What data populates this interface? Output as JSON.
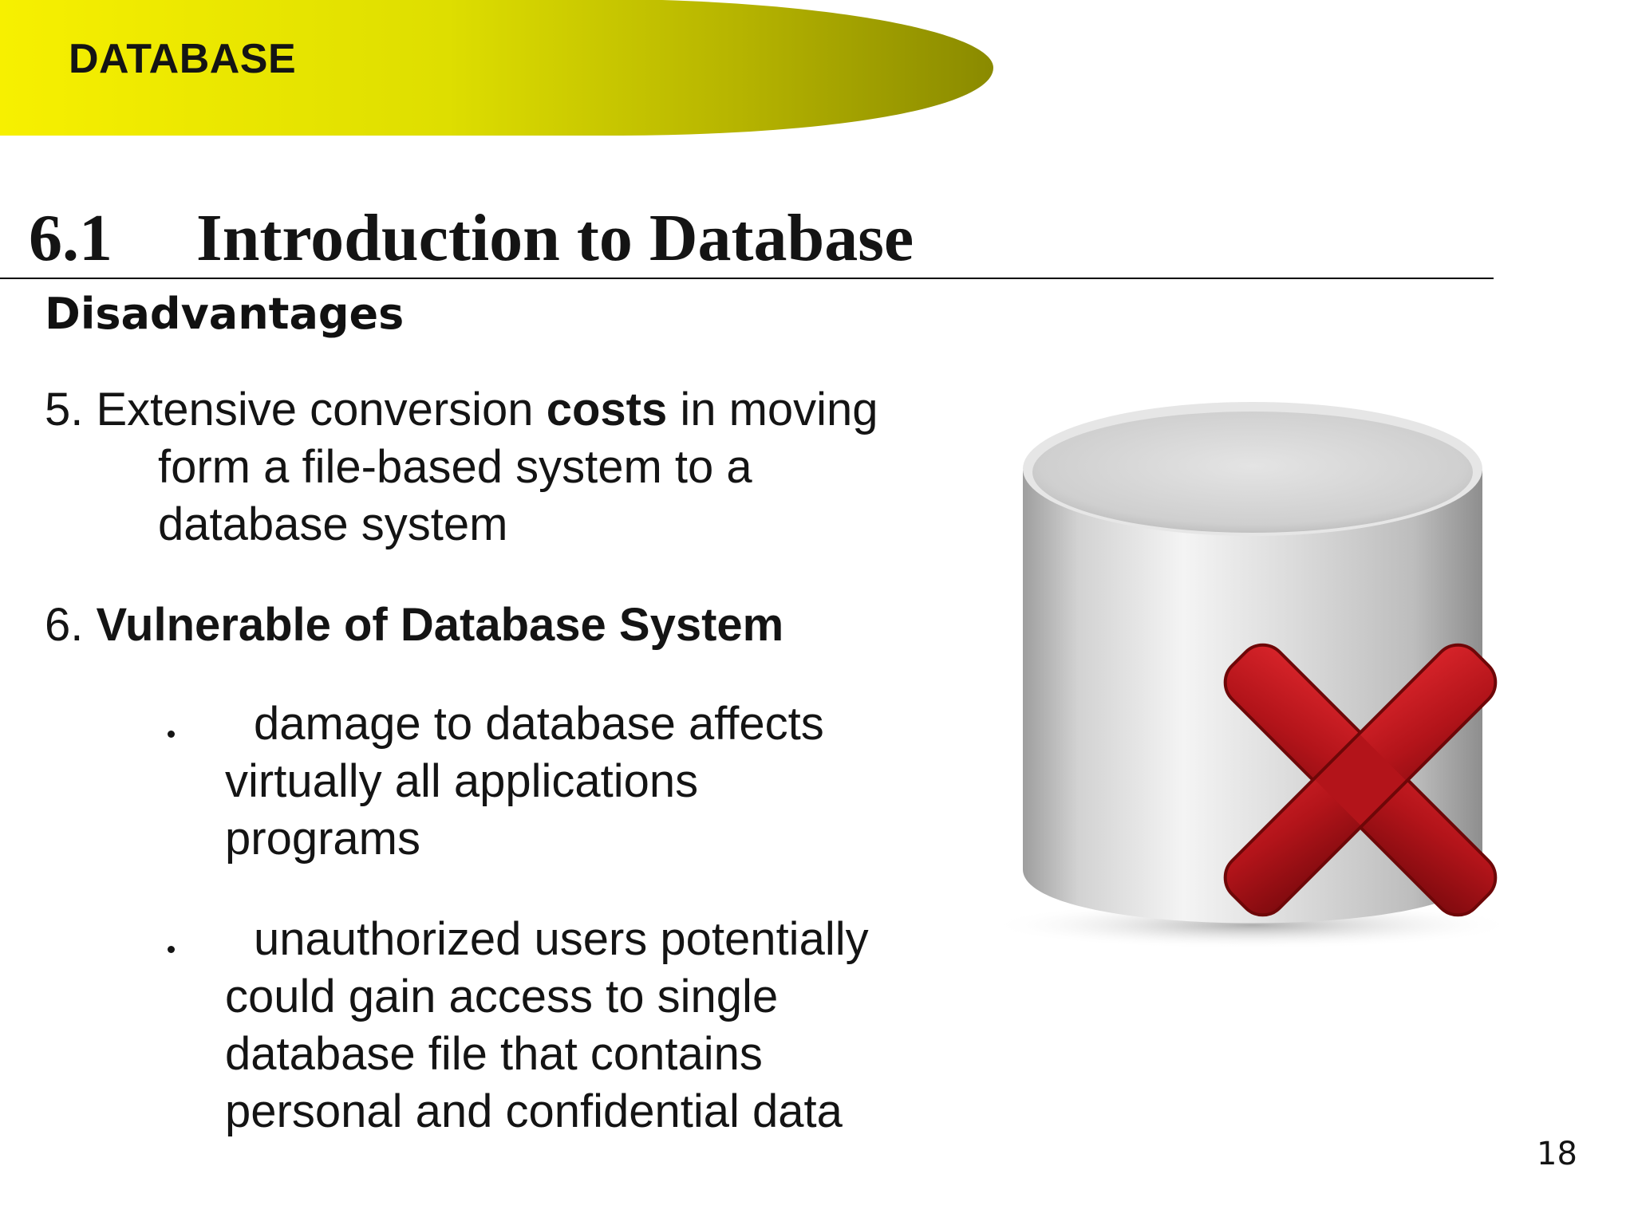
{
  "header": {
    "label": "DATABASE"
  },
  "title": {
    "number": "6.1",
    "text": "Introduction to Database"
  },
  "subheading": "Disadvantages",
  "items": [
    {
      "number": "5.",
      "line1_before": "Extensive conversion",
      "line1_bold": "costs",
      "line1_after": "in moving",
      "line2": "form a file-based system to a",
      "line3": "database system"
    },
    {
      "number": "6.",
      "bold": "Vulnerable of Database System",
      "bullets": [
        {
          "lines": [
            "damage to database affects",
            "virtually all applications",
            "programs"
          ]
        },
        {
          "lines": [
            "unauthorized users potentially",
            "could gain access to single",
            "database file that contains",
            "personal and confidential data"
          ]
        }
      ]
    }
  ],
  "illustration": {
    "icon": "database-error-icon",
    "colors": {
      "cylinder": "#c8c8c8",
      "cross": "#b3141a",
      "banner_start": "#f5ee00",
      "banner_end": "#8f8f00"
    }
  },
  "page_number": "18"
}
